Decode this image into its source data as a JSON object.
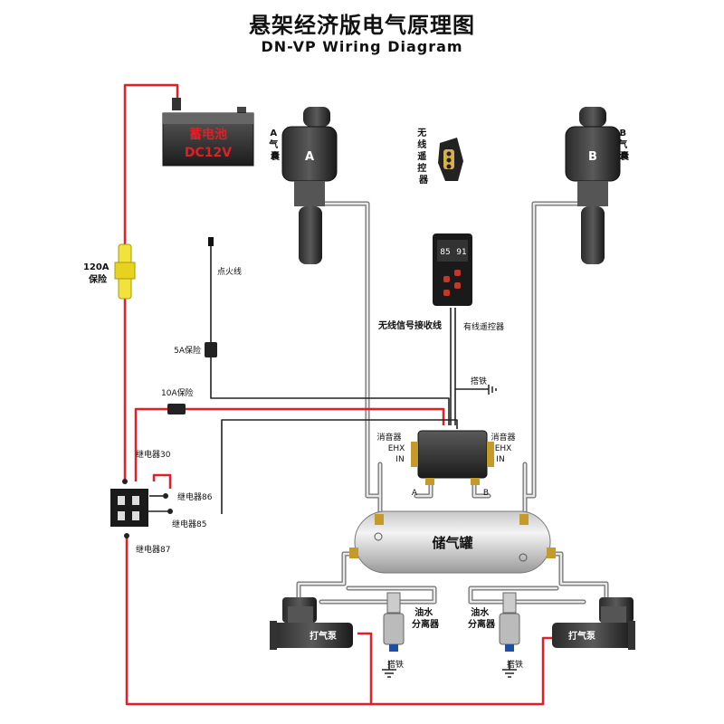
{
  "title": "悬架经济版电气原理图",
  "subtitle": "DN-VP Wiring Diagram",
  "battery": {
    "line1": "蓄电池",
    "line2": "DC12V"
  },
  "fuse_main": "120A\n保险",
  "ignition": "点火线",
  "fuse_5a": "5A保险",
  "fuse_10a": "10A保险",
  "relay30": "继电器30",
  "relay86": "继电器86",
  "relay85": "继电器85",
  "relay87": "继电器87",
  "airbag_a": {
    "letter": "A",
    "label": "A气囊"
  },
  "airbag_b": {
    "letter": "B",
    "label": "B气囊"
  },
  "remote": "无线遥控器",
  "controller": {
    "left": "85",
    "right": "91"
  },
  "wireless_antenna": "无线信号接收线",
  "wired_remote": "有线遥控器",
  "ground": "搭铁",
  "muffler_left": {
    "l1": "消音器",
    "l2": "EHX",
    "l3": "IN"
  },
  "muffler_right": {
    "l1": "消音器",
    "l2": "EHX",
    "l3": "IN"
  },
  "port_a": "A",
  "port_b": "B",
  "tank": "储气罐",
  "separator": "油水\n分离器",
  "pump": "打气泵",
  "colors": {
    "red_wire": "#e41e26",
    "pipe": "#8a8a8a",
    "fuse_yellow": "#f2e23c"
  }
}
